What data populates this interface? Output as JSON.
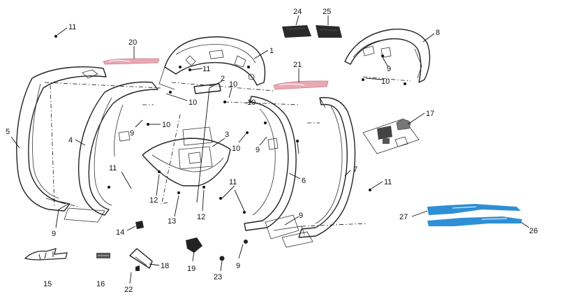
{
  "diagram": {
    "part_numbers": [
      "1",
      "2",
      "3",
      "4",
      "5",
      "6",
      "7",
      "8",
      "9",
      "10",
      "11",
      "12",
      "13",
      "14",
      "15",
      "16",
      "17",
      "18",
      "19",
      "20",
      "21",
      "22",
      "23",
      "24",
      "25",
      "26",
      "27"
    ],
    "callouts": [
      {
        "id": "c1",
        "text": "1"
      },
      {
        "id": "c2",
        "text": "2"
      },
      {
        "id": "c3",
        "text": "3"
      },
      {
        "id": "c4",
        "text": "4"
      },
      {
        "id": "c5",
        "text": "5"
      },
      {
        "id": "c6",
        "text": "6"
      },
      {
        "id": "c7",
        "text": "7"
      },
      {
        "id": "c8",
        "text": "8"
      },
      {
        "id": "c9a",
        "text": "9"
      },
      {
        "id": "c9b",
        "text": "9"
      },
      {
        "id": "c9c",
        "text": "9"
      },
      {
        "id": "c9d",
        "text": "9"
      },
      {
        "id": "c9e",
        "text": "9"
      },
      {
        "id": "c9f",
        "text": "9"
      },
      {
        "id": "c10a",
        "text": "10"
      },
      {
        "id": "c10b",
        "text": "10"
      },
      {
        "id": "c10c",
        "text": "10"
      },
      {
        "id": "c10d",
        "text": "10"
      },
      {
        "id": "c10e",
        "text": "10"
      },
      {
        "id": "c10f",
        "text": "10"
      },
      {
        "id": "c11a",
        "text": "11"
      },
      {
        "id": "c11b",
        "text": "11"
      },
      {
        "id": "c11c",
        "text": "11"
      },
      {
        "id": "c11d",
        "text": "11"
      },
      {
        "id": "c11e",
        "text": "11"
      },
      {
        "id": "c12a",
        "text": "12"
      },
      {
        "id": "c12b",
        "text": "12"
      },
      {
        "id": "c13",
        "text": "13"
      },
      {
        "id": "c14",
        "text": "14"
      },
      {
        "id": "c15",
        "text": "15"
      },
      {
        "id": "c16",
        "text": "16"
      },
      {
        "id": "c17",
        "text": "17"
      },
      {
        "id": "c18",
        "text": "18"
      },
      {
        "id": "c19",
        "text": "19"
      },
      {
        "id": "c20",
        "text": "20"
      },
      {
        "id": "c21",
        "text": "21"
      },
      {
        "id": "c22",
        "text": "22"
      },
      {
        "id": "c23",
        "text": "23"
      },
      {
        "id": "c24",
        "text": "24"
      },
      {
        "id": "c25",
        "text": "25"
      },
      {
        "id": "c26",
        "text": "26"
      },
      {
        "id": "c27",
        "text": "27"
      }
    ],
    "colors": {
      "line": "#222222",
      "decal_pink": "#e9a8b4",
      "stripe_blue": "#2f8fd4",
      "decal_dark": "#2a2a2a"
    }
  }
}
